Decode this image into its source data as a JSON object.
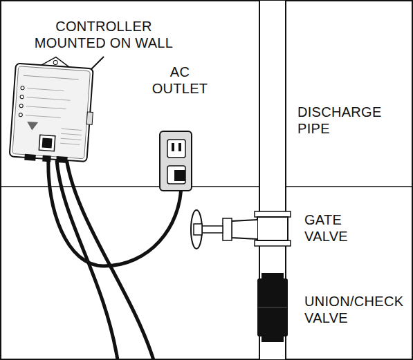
{
  "diagram": {
    "labels": [
      "CONTROLLER MOUNTED ON WALL",
      "AC OUTLET",
      "DISCHARGE PIPE",
      "GATE VALVE",
      "UNION/CHECK VALVE"
    ]
  }
}
